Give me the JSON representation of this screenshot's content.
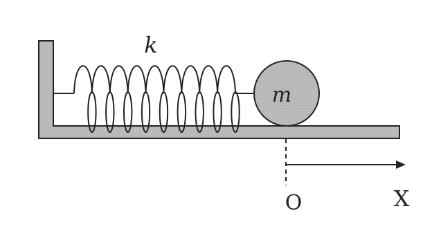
{
  "diagram": {
    "spring_label": "k",
    "mass_label": "m",
    "origin_label": "O",
    "axis_label": "X",
    "colors": {
      "ink": "#222222",
      "wall_fill": "#b8b8b8",
      "mass_fill": "#cfcfcf"
    }
  }
}
